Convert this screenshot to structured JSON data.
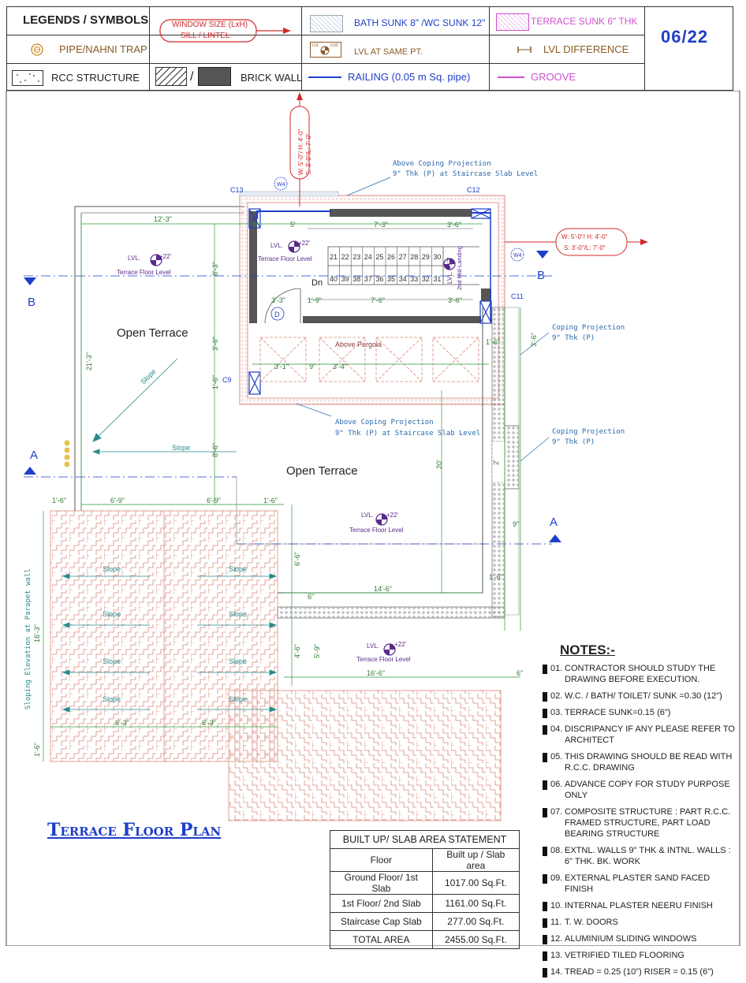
{
  "sheet_number": "06/22",
  "legend": {
    "title": "LEGENDS / SYMBOLS",
    "window_size_label": "WINDOW SIZE (LxH)",
    "sill_lintel_label": "SILL / LINTEL",
    "bath_sunk": "BATH SUNK 8\" /WC SUNK 12\"",
    "terrace_sunk": "TERRACE SUNK 6\" THK",
    "pipe_trap": "PIPE/NAHNI TRAP",
    "lvl_same": "LVL AT SAME PT.",
    "lvl_same_tag": "LVL",
    "lvl_same_value": "0.00",
    "lvl_difference": "LVL DIFFERENCE",
    "rcc_structure": "RCC STRUCTURE",
    "brick_wall": "BRICK WALL",
    "railing": "RAILING  (0.05 m Sq. pipe)",
    "groove": "GROOVE",
    "colors": {
      "brown": "#8a5a24",
      "blue": "#1f3fc8",
      "pink": "#d14fd0",
      "red": "#d02a2a"
    }
  },
  "plan": {
    "title": "Terrace Floor Plan",
    "open_terrace_1": "Open Terrace",
    "open_terrace_2": "Open Terrace",
    "lvl_tag": "LVL.",
    "lvl_value": "+22'",
    "terrace_floor_level": "Terrace Floor Level",
    "terrace_floor_level_stair": "Terrace Floor Level",
    "lvl_stair_tag": "LVL.",
    "lvl_stair_value": "+22'",
    "landing_lvl": "LVL. +17'",
    "landing_label": "2nd Mid-Landing",
    "dn_label": "Dn",
    "door_label": "D",
    "above_pergola": "Above Pergola",
    "coping_top_1": "Above Coping Projection",
    "coping_top_2": "9\" Thk (P) at Staircase Slab Level",
    "coping_mid_1": "Above Coping Projection",
    "coping_mid_2": "9\" Thk (P) at Staircase Slab Level",
    "coping_r1_1": "Coping Projection",
    "coping_r1_2": "9\" Thk (P)",
    "coping_r2_1": "Coping Projection",
    "coping_r2_2": "9\" Thk (P)",
    "slope": "Slope",
    "sloping_elev": "Sloping Elevation at Parapet wall",
    "window_top_1": "W: 5'-0\"/ H: 4'-0\"",
    "window_top_2": "S: 3'-0\"/L: 7'-0\"",
    "window_right_1": "W: 5'-0\"/ H: 4'-0\"",
    "window_right_2": "S: 3'-0\"/L: 7'-0\"",
    "w4": "W4",
    "col_c13": "C13",
    "col_c12": "C12",
    "col_c11": "C11",
    "col_c9": "C9",
    "section_a": "A",
    "section_b": "B",
    "stairs_up": [
      "21",
      "22",
      "23",
      "24",
      "25",
      "26",
      "27",
      "28",
      "29",
      "30"
    ],
    "stairs_dn": [
      "40",
      "39",
      "38",
      "37",
      "36",
      "35",
      "34",
      "33",
      "32",
      "31"
    ],
    "dims": {
      "d12_3": "12'-3\"",
      "d5": "5'",
      "d7_3": "7'-3\"",
      "d3_6a": "3'-6\"",
      "d8_3": "8'-3\"",
      "d3_3": "3'-3\"",
      "d1_9": "1'-9\"",
      "d7_6": "7'-6\"",
      "d3_6b": "3'-6\"",
      "d3_6c": "3'-6\"",
      "d1_6a": "1'-6\"",
      "d21_3": "21'-3\"",
      "d1_6b": "1'-6\"",
      "d8_6": "8'-6\"",
      "d20": "20'",
      "d2": "2'",
      "d1_6c": "1'-6\"",
      "d6_9a": "6'-9\"",
      "d6_9b": "6'-9\"",
      "d1_6d": "1'-6\"",
      "d6_6": "6'-6\"",
      "d14_6": "14'-6\"",
      "d6a": "6\"",
      "d16_3": "16'-3\"",
      "d4_6": "4'-6\"",
      "d5_9": "5'-9\"",
      "d16_6": "16'-6\"",
      "d6b": "6\"",
      "d6_3a": "6'-3\"",
      "d6_3b": "6'-3\"",
      "d1_6e": "1'-6\"",
      "d3_1": "3'-1\"",
      "d3_4": "3'-4\"",
      "d9": "9\"",
      "d3_6d": "3'-6\"",
      "d9b": "9\"",
      "d1_6f": "1'-6\""
    }
  },
  "notes": {
    "title": "NOTES:-",
    "items": [
      {
        "num": "01.",
        "text": "CONTRACTOR SHOULD STUDY THE DRAWING BEFORE  EXECUTION."
      },
      {
        "num": "02.",
        "text": "W.C. / Bath/ Toilet/ SUNK =0.30 (12\")"
      },
      {
        "num": "03.",
        "text": "TERRACE SUNK=0.15 (6\")"
      },
      {
        "num": "04.",
        "text": "DISCRIPANCY IF ANY PLEASE REFER TO ARCHITECT"
      },
      {
        "num": "05.",
        "text": "THIS DRAWING SHOULD BE READ WITH R.C.C. DRAWING"
      },
      {
        "num": "06.",
        "text": "ADVANCE COPY FOR STUDY PURPOSE ONLY"
      },
      {
        "num": "07.",
        "text": "COMPOSITE STRUCTURE : PART R.C.C. FRAMED STRUCTURE, PART LOAD BEARING STRUCTURE"
      },
      {
        "num": "08.",
        "text": "EXTNL. Walls 9\" Thk  & INTNL. WALLS :  6\" THK. BK. WORK"
      },
      {
        "num": "09.",
        "text": "EXTERNAL  PLASTER  SAND  FACED  FINISH"
      },
      {
        "num": "10.",
        "text": "INTERNAL  PLASTER  NEERU  FINISH"
      },
      {
        "num": "11.",
        "text": "T. W. DOORS"
      },
      {
        "num": "12.",
        "text": "ALUMINIUM SLIDING WINDOWS"
      },
      {
        "num": "13.",
        "text": "VETRIFIED TILED FLOORING"
      },
      {
        "num": "14.",
        "text": "TREAD  =  0.25 (10\")  RISER  =  0.15  (6\")"
      }
    ]
  },
  "area_statement": {
    "title": "BUILT UP/ SLAB AREA STATEMENT",
    "header_floor": "Floor",
    "header_area": "Built up / Slab area",
    "rows": [
      {
        "floor": "Ground Floor/ 1st Slab",
        "area": "1017.00 Sq.Ft."
      },
      {
        "floor": "1st Floor/ 2nd Slab",
        "area": "1161.00 Sq.Ft."
      },
      {
        "floor": "Staircase Cap Slab",
        "area": "277.00 Sq.Ft."
      }
    ],
    "total_label": "TOTAL AREA",
    "total_value": "2455.00 Sq.Ft."
  }
}
